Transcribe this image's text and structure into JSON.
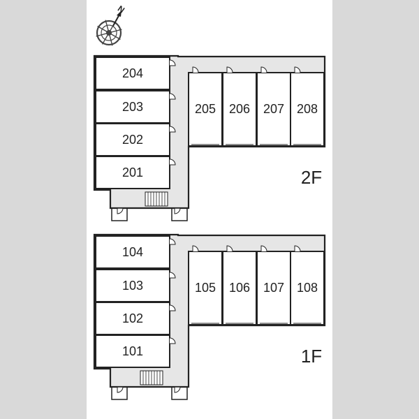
{
  "compass": {
    "north_label": "N",
    "icon": "compass-rose-icon"
  },
  "floors": [
    {
      "label": "2F",
      "left_units": [
        "204",
        "203",
        "202",
        "201"
      ],
      "right_units": [
        "205",
        "206",
        "207",
        "208"
      ]
    },
    {
      "label": "1F",
      "left_units": [
        "104",
        "103",
        "102",
        "101"
      ],
      "right_units": [
        "105",
        "106",
        "107",
        "108"
      ]
    }
  ],
  "colors": {
    "background": "#d9d9d9",
    "paper": "#ffffff",
    "corridor": "#e6e6e6",
    "room": "#ffffff",
    "line": "#222222"
  }
}
